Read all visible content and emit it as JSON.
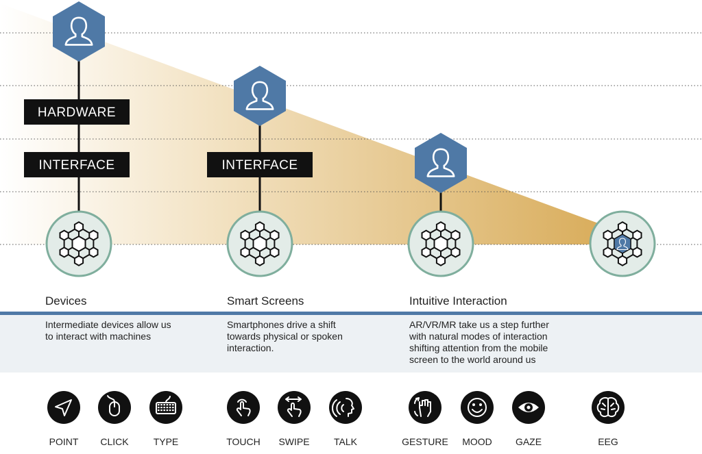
{
  "colors": {
    "accent_blue": "#4f79a6",
    "node_fill": "#e3ece8",
    "node_stroke": "#7fae9d",
    "gradient_gold": "#d9ad5c",
    "band": "#edf1f4",
    "band_line": "#4f79a6",
    "label_bg": "#111111"
  },
  "labels": {
    "hardware": "HARDWARE",
    "interface": "INTERFACE"
  },
  "stages": [
    {
      "title": "Devices",
      "description": [
        "Intermediate devices allow us",
        "to interact with machines"
      ],
      "modes": [
        {
          "label": "POINT",
          "icon": "cursor-icon"
        },
        {
          "label": "CLICK",
          "icon": "mouse-icon"
        },
        {
          "label": "TYPE",
          "icon": "keyboard-icon"
        }
      ]
    },
    {
      "title": "Smart Screens",
      "description": [
        "Smartphones drive a shift",
        "towards physical or spoken",
        "interaction."
      ],
      "modes": [
        {
          "label": "TOUCH",
          "icon": "touch-icon"
        },
        {
          "label": "SWIPE",
          "icon": "swipe-icon"
        },
        {
          "label": "TALK",
          "icon": "talk-icon"
        }
      ]
    },
    {
      "title": "Intuitive Interaction",
      "description": [
        "AR/VR/MR take us a step further",
        "with natural modes of interaction",
        "shifting attention from the mobile",
        "screen to the world around us"
      ],
      "modes": [
        {
          "label": "GESTURE",
          "icon": "gesture-icon"
        },
        {
          "label": "MOOD",
          "icon": "mood-icon"
        },
        {
          "label": "GAZE",
          "icon": "eye-icon"
        }
      ]
    },
    {
      "title": "",
      "description": [],
      "modes": [
        {
          "label": "EEG",
          "icon": "brain-icon"
        }
      ]
    }
  ]
}
